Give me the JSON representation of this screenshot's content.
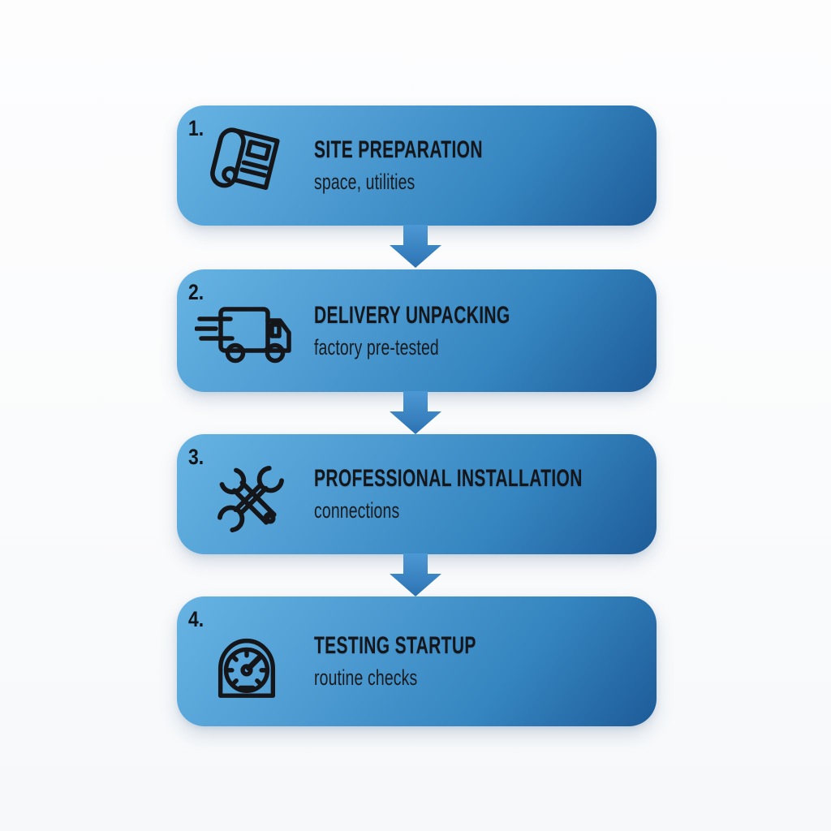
{
  "page": {
    "background_color": "#fafbfc",
    "type": "process-flow-infographic"
  },
  "flow": {
    "colors": {
      "card_gradient_light": "#66b3e3",
      "card_gradient_dark": "#1d5b98",
      "arrow_blue": "#3a84c5",
      "text_dark": "#15161a"
    },
    "steps": [
      {
        "number": "1.",
        "icon": "blueprint-icon",
        "title": "SITE PREPARATION",
        "subtitle": "space, utilities"
      },
      {
        "number": "2.",
        "icon": "delivery-truck-icon",
        "title": "DELIVERY UNPACKING",
        "subtitle": "factory pre-tested"
      },
      {
        "number": "3.",
        "icon": "crossed-wrenches-icon",
        "title": "PROFESSIONAL INSTALLATION",
        "subtitle": "connections"
      },
      {
        "number": "4.",
        "icon": "gauge-icon",
        "title": "TESTING STARTUP",
        "subtitle": "routine checks"
      }
    ]
  }
}
